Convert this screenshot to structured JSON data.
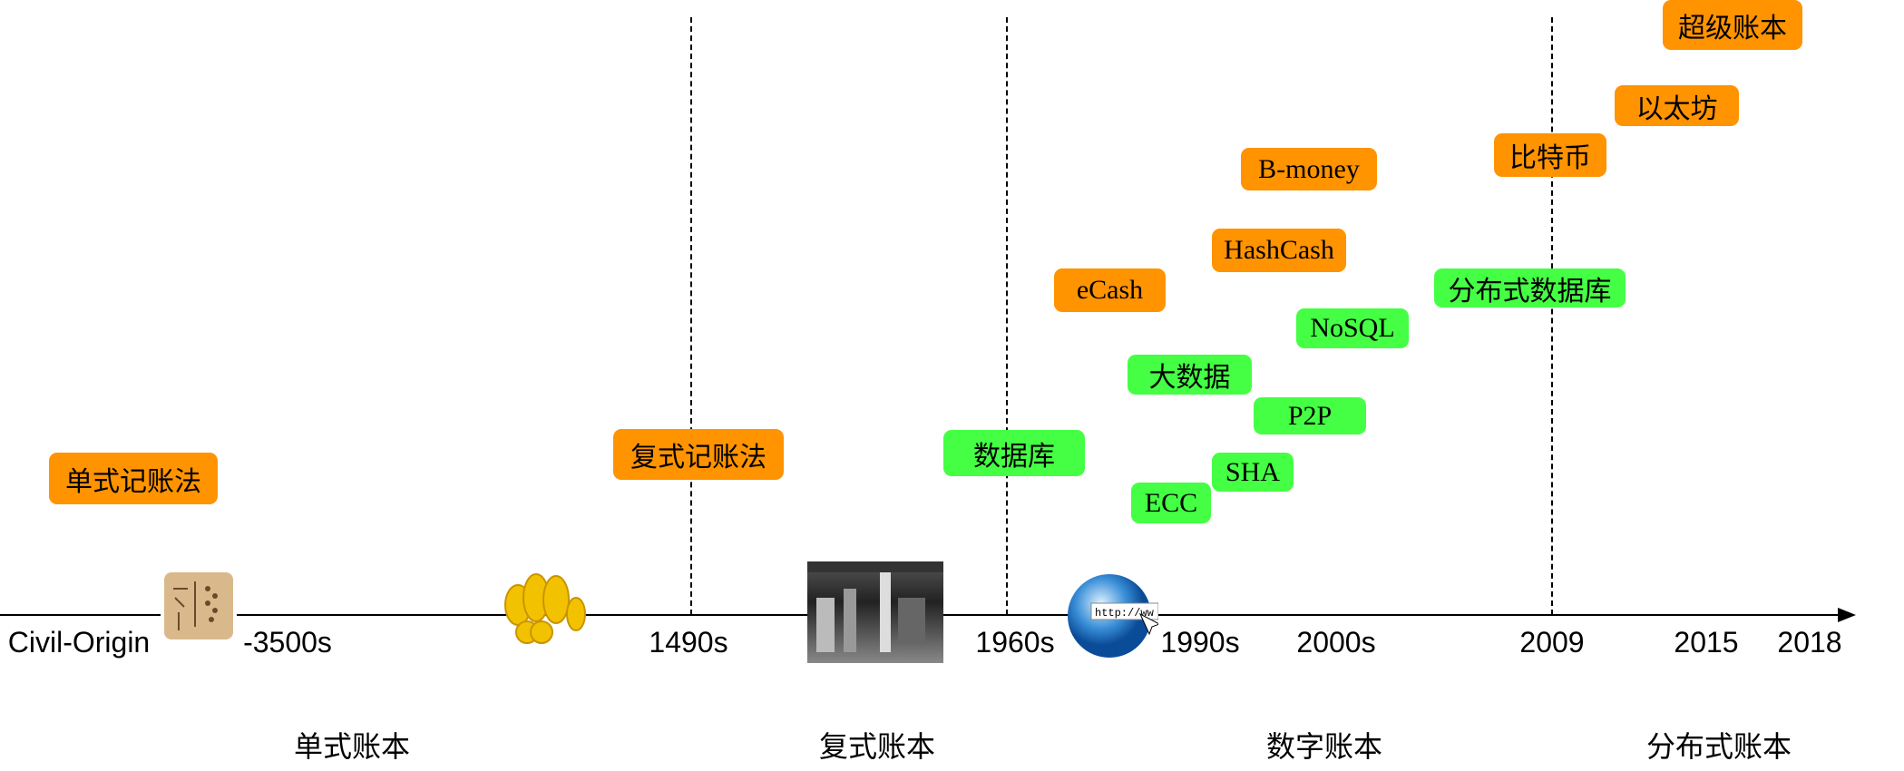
{
  "colors": {
    "currency": "#ff9300",
    "technology": "#44ff44"
  },
  "axis_labels": [
    "Civil-Origin",
    "-3500s",
    "1490s",
    "1960s",
    "1990s",
    "2000s",
    "2009",
    "2015",
    "2018"
  ],
  "eras": [
    "单式账本",
    "复式账本",
    "数字账本",
    "分布式账本"
  ],
  "currency_boxes": [
    "单式记账法",
    "复式记账法",
    "eCash",
    "HashCash",
    "B-money",
    "比特币",
    "以太坊",
    "超级账本"
  ],
  "tech_boxes": [
    "数据库",
    "分布式数据库",
    "NoSQL",
    "大数据",
    "P2P",
    "SHA",
    "ECC"
  ],
  "images": [
    "clay-tablet",
    "gold-coins",
    "early-computer-room",
    "globe-http"
  ]
}
